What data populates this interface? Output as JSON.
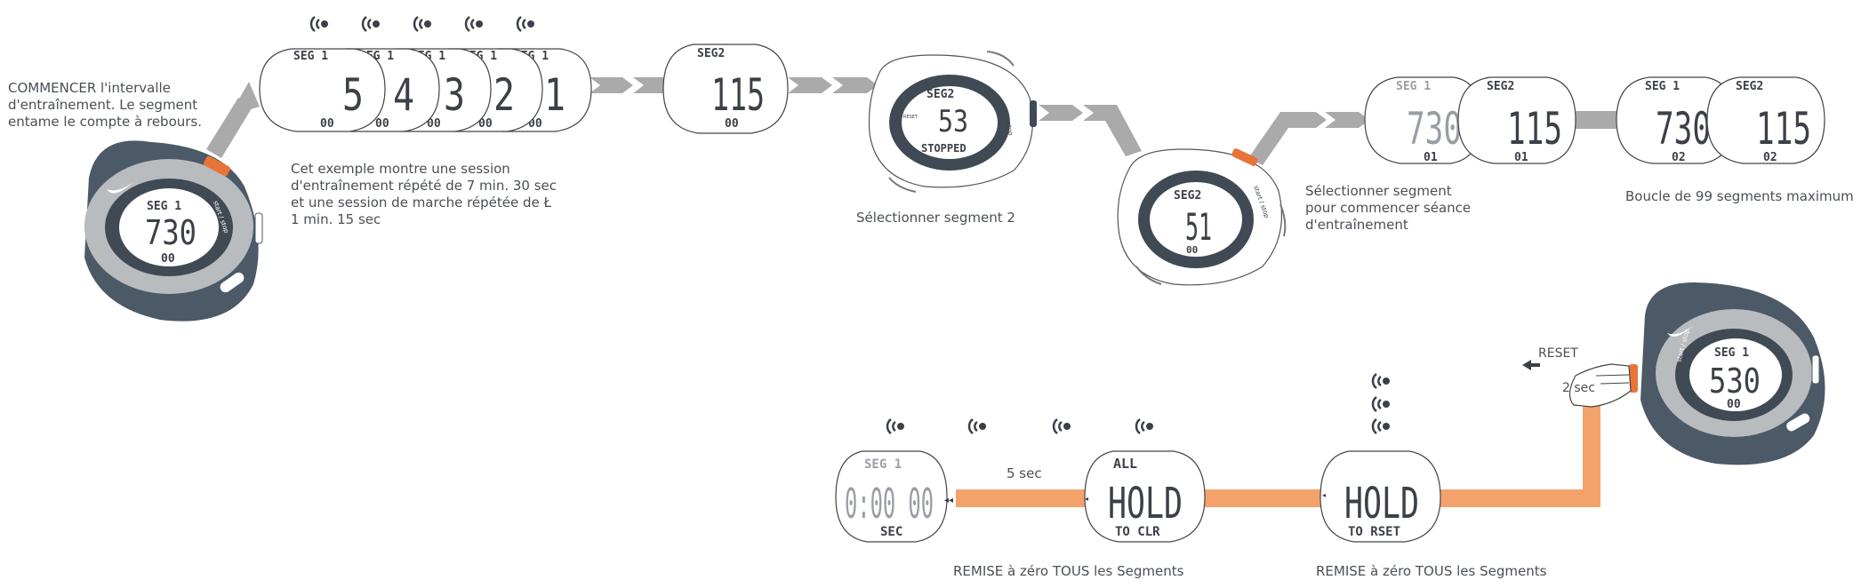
{
  "labels": {
    "start": "COMMENCER l'intervalle\nd'entraînement. Le segment\nentame le compte à rebours.",
    "example": "Cet exemple montre une session\nd'entraînement répété de 7 min. 30 sec\net une session de marche répétée de Ł\n1 min. 15 sec",
    "select_seg2": "Sélectionner segment 2",
    "select_segment": "Sélectionner segment\npour commencer séance\nd'entraînement",
    "loop": "Boucle de 99 segments maximum",
    "reset_all_1": "REMISE à zéro TOUS les Segments",
    "reset_all_2": "REMISE à zéro TOUS les Segments",
    "reset": "RESET",
    "two_sec": "2 sec",
    "five_sec": "5 sec"
  },
  "watch_start": {
    "seg": "SEG 1",
    "time": "730",
    "sub": "00",
    "side": "start / stop"
  },
  "countdown": [
    {
      "seg": "SEG 1",
      "digit": "5",
      "sub": "00"
    },
    {
      "seg": "SEG 1",
      "digit": "4",
      "sub": "00"
    },
    {
      "seg": "SEG 1",
      "digit": "3",
      "sub": "00"
    },
    {
      "seg": "SEG 1",
      "digit": "2",
      "sub": "00"
    },
    {
      "seg": "SEG 1",
      "digit": "1",
      "sub": "00"
    }
  ],
  "seg2_display": {
    "seg": "SEG2",
    "time": "115",
    "sub": "00"
  },
  "watch_stopped": {
    "seg": "SEG2",
    "time": "53",
    "status": "STOPPED",
    "left": "RESET",
    "right": "stop"
  },
  "watch_seg2_start": {
    "seg": "SEG2",
    "time": "51",
    "sub": "00",
    "side": "start / stop"
  },
  "loop_displays": [
    {
      "seg": "SEG 1",
      "time": "730",
      "sub": "01"
    },
    {
      "seg": "SEG2",
      "time": "115",
      "sub": "01"
    },
    {
      "seg": "SEG 1",
      "time": "730",
      "sub": "02"
    },
    {
      "seg": "SEG2",
      "time": "115",
      "sub": "02"
    }
  ],
  "reset_displays": [
    {
      "top": "SEG 1",
      "main": "0:00 00",
      "sub": "SEC"
    },
    {
      "top": "ALL",
      "main": "HOLD",
      "sub": "TO CLR"
    },
    {
      "top": "",
      "main": "HOLD",
      "sub": "TO RSET"
    }
  ],
  "watch_reset": {
    "seg": "SEG 1",
    "time": "530",
    "sub": "00",
    "side": "start / stop"
  },
  "colors": {
    "arrow_gray": "#aaaaaa",
    "orange": "#f4a26c",
    "orange_button": "#e8743a",
    "watch_dark": "#4c5966",
    "watch_silver": "#b9bcbf",
    "lcd": "#3c4048"
  }
}
